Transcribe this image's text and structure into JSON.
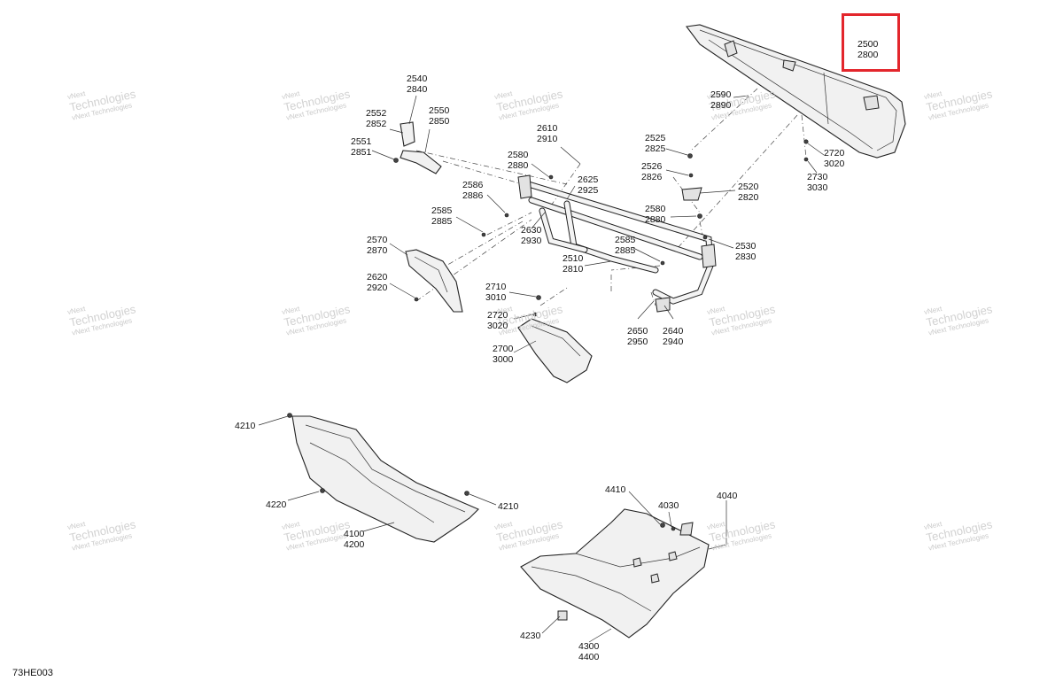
{
  "diagram_code": "73HE003",
  "watermark": {
    "line1": "vNext",
    "line2": "Technologies",
    "line3": "vNext Technologies"
  },
  "callouts": [
    {
      "id": "c2500",
      "l1": "2500",
      "l2": "2800",
      "highlighted": true
    },
    {
      "id": "c2590",
      "l1": "2590",
      "l2": "2890"
    },
    {
      "id": "c2540",
      "l1": "2540",
      "l2": "2840"
    },
    {
      "id": "c2552",
      "l1": "2552",
      "l2": "2852"
    },
    {
      "id": "c2550",
      "l1": "2550",
      "l2": "2850"
    },
    {
      "id": "c2551",
      "l1": "2551",
      "l2": "2851"
    },
    {
      "id": "c2610",
      "l1": "2610",
      "l2": "2910"
    },
    {
      "id": "c2525",
      "l1": "2525",
      "l2": "2825"
    },
    {
      "id": "c2526",
      "l1": "2526",
      "l2": "2826"
    },
    {
      "id": "c2720a",
      "l1": "2720",
      "l2": "3020"
    },
    {
      "id": "c2730",
      "l1": "2730",
      "l2": "3030"
    },
    {
      "id": "c2580a",
      "l1": "2580",
      "l2": "2880"
    },
    {
      "id": "c2625",
      "l1": "2625",
      "l2": "2925"
    },
    {
      "id": "c2520",
      "l1": "2520",
      "l2": "2820"
    },
    {
      "id": "c2586",
      "l1": "2586",
      "l2": "2886"
    },
    {
      "id": "c2585a",
      "l1": "2585",
      "l2": "2885"
    },
    {
      "id": "c2630",
      "l1": "2630",
      "l2": "2930"
    },
    {
      "id": "c2580b",
      "l1": "2580",
      "l2": "2880"
    },
    {
      "id": "c2570",
      "l1": "2570",
      "l2": "2870"
    },
    {
      "id": "c2585b",
      "l1": "2585",
      "l2": "2885"
    },
    {
      "id": "c2530",
      "l1": "2530",
      "l2": "2830"
    },
    {
      "id": "c2510",
      "l1": "2510",
      "l2": "2810"
    },
    {
      "id": "c2620",
      "l1": "2620",
      "l2": "2920"
    },
    {
      "id": "c2710",
      "l1": "2710",
      "l2": "3010"
    },
    {
      "id": "c2720b",
      "l1": "2720",
      "l2": "3020"
    },
    {
      "id": "c2650",
      "l1": "2650",
      "l2": "2950"
    },
    {
      "id": "c2640",
      "l1": "2640",
      "l2": "2940"
    },
    {
      "id": "c2700",
      "l1": "2700",
      "l2": "3000"
    },
    {
      "id": "c4210a",
      "l1": "4210",
      "l2": ""
    },
    {
      "id": "c4220",
      "l1": "4220",
      "l2": ""
    },
    {
      "id": "c4210b",
      "l1": "4210",
      "l2": ""
    },
    {
      "id": "c4100",
      "l1": "4100",
      "l2": "4200"
    },
    {
      "id": "c4410",
      "l1": "4410",
      "l2": ""
    },
    {
      "id": "c4030",
      "l1": "4030",
      "l2": ""
    },
    {
      "id": "c4040",
      "l1": "4040",
      "l2": ""
    },
    {
      "id": "c4230",
      "l1": "4230",
      "l2": ""
    },
    {
      "id": "c4300",
      "l1": "4300",
      "l2": "4400"
    }
  ]
}
